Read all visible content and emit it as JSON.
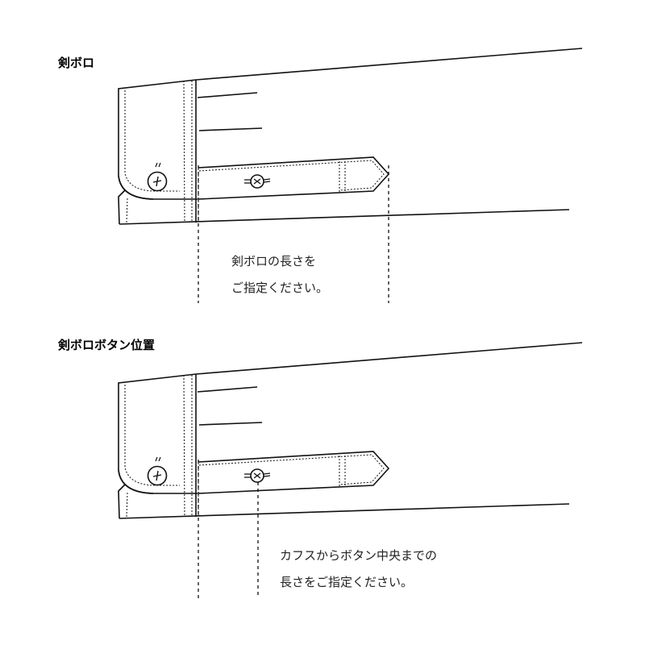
{
  "sections": [
    {
      "title": "剣ボロ",
      "note_lines": [
        "剣ボロの長さを",
        "ご指定ください。"
      ]
    },
    {
      "title": "剣ボロボタン位置",
      "note_lines": [
        "カフスからボタン中央までの",
        "長さをご指定ください。"
      ]
    }
  ],
  "colors": {
    "line": "#111111",
    "text": "#222222"
  }
}
